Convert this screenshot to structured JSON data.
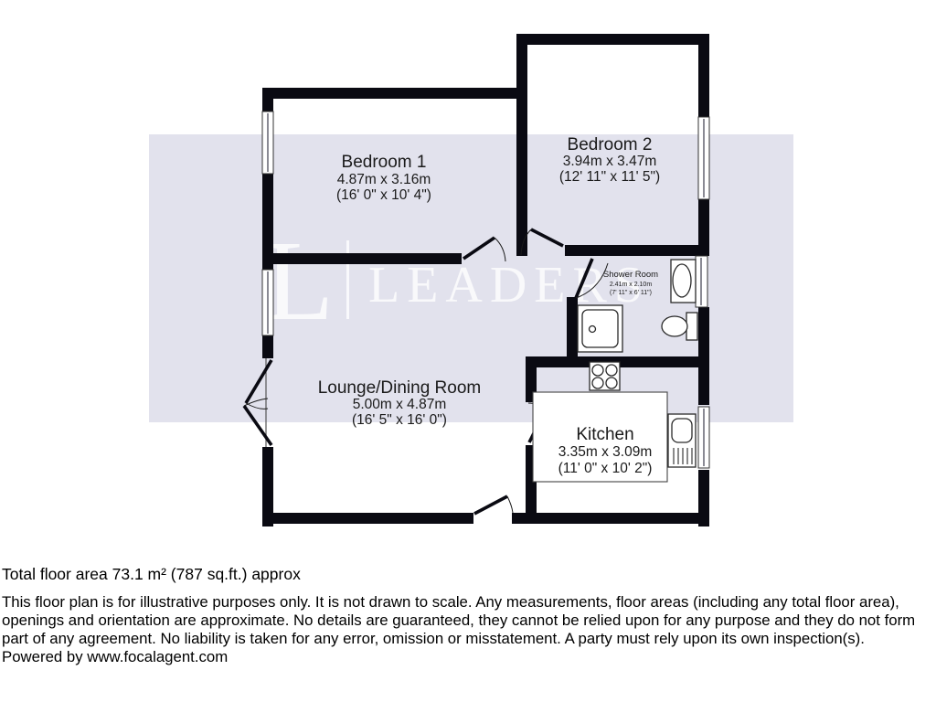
{
  "watermark": {
    "initial": "L",
    "name": "LEADERS"
  },
  "rooms": {
    "bedroom1": {
      "name": "Bedroom 1",
      "metric": "4.87m x 3.16m",
      "imperial": "(16' 0\" x 10' 4\")"
    },
    "bedroom2": {
      "name": "Bedroom 2",
      "metric": "3.94m x 3.47m",
      "imperial": "(12' 11\" x 11' 5\")"
    },
    "shower": {
      "name": "Shower Room",
      "metric": "2.41m x 2.10m",
      "imperial": "(7' 11\" x 6' 11\")"
    },
    "lounge": {
      "name": "Lounge/Dining Room",
      "metric": "5.00m x 4.87m",
      "imperial": "(16' 5\" x 16' 0\")"
    },
    "kitchen": {
      "name": "Kitchen",
      "metric": "3.35m x 3.09m",
      "imperial": "(11' 0\" x 10' 2\")"
    }
  },
  "footer": {
    "total_area": "Total floor area 73.1 m² (787 sq.ft.) approx",
    "disclaimer": "This floor plan is for illustrative purposes only. It is not drawn to scale. Any measurements, floor areas (including any total floor area), openings and orientation are approximate. No details are guaranteed, they cannot be relied upon for any purpose and they do not form part of any agreement. No liability is taken for any error, omission or misstatement. A party must rely upon its own inspection(s).",
    "powered_by": "Powered by www.focalagent.com"
  },
  "colors": {
    "wall": "#0a0a12",
    "band": "#e2e2ed",
    "text": "#1a1a1a",
    "watermark": "#ffffff"
  }
}
